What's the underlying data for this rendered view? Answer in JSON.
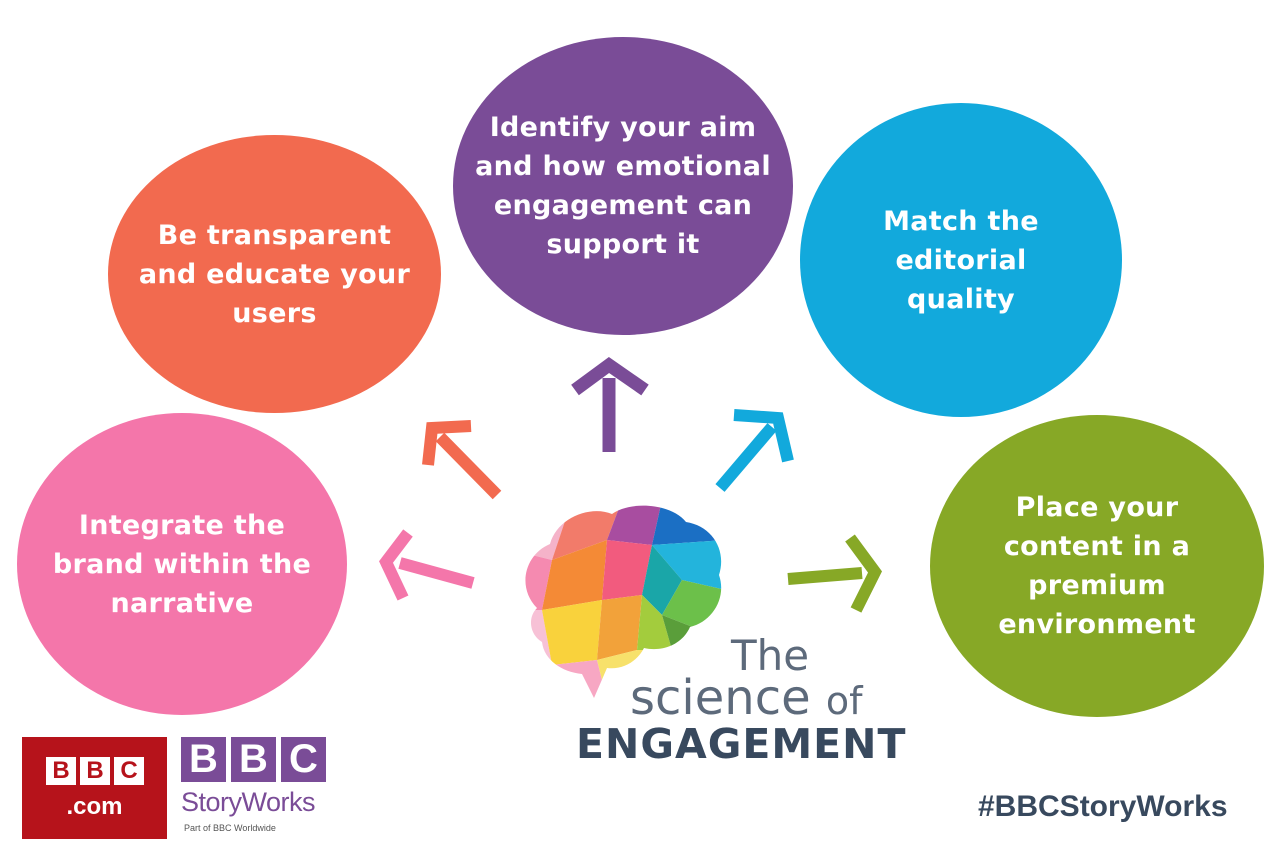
{
  "steps": {
    "identify": "Identify your aim and how emotional engagement can support it",
    "transparent": "Be transparent and educate your users",
    "match": "Match the editorial quality",
    "integrate": "Integrate the brand within the narrative",
    "place": "Place your content in a premium environment"
  },
  "title": {
    "the": "The",
    "science": "science",
    "of": "of",
    "engagement": "ENGAGEMENT"
  },
  "logos": {
    "bbc_com_letters": [
      "B",
      "B",
      "C"
    ],
    "bbc_com_text": ".com",
    "storyworks_letters": [
      "B",
      "B",
      "C"
    ],
    "storyworks_text": "StoryWorks",
    "storyworks_sub": "Part of BBC Worldwide"
  },
  "hashtag": "#BBCStoryWorks",
  "colors": {
    "identify": "#7a4c97",
    "transparent": "#f26a4f",
    "match": "#12a9dc",
    "integrate": "#f476aa",
    "place": "#87a826",
    "title": "#38495e"
  },
  "icons": [
    "brain-icon",
    "arrow-up-icon",
    "arrow-up-left-icon",
    "arrow-up-right-icon",
    "arrow-left-icon",
    "arrow-right-icon"
  ]
}
